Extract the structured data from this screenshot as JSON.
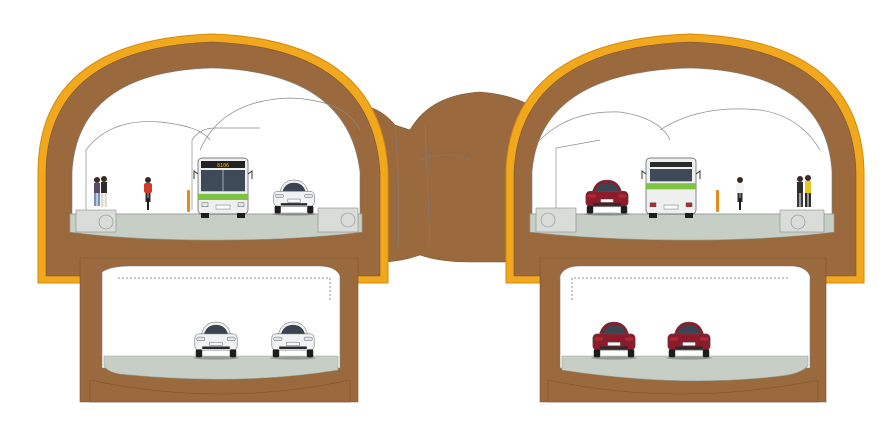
{
  "diagram": {
    "colors": {
      "earth": "#9a6a3e",
      "earth_dark": "#7d5330",
      "lining": "#f2a81d",
      "lining_edge": "#d68a0a",
      "road": "#c7cec6",
      "road_edge": "#9aa39a",
      "interior": "#ffffff",
      "outline": "#7f7f7f",
      "bus_stripe": "#7dc242",
      "car_white": "#f0f2f4",
      "car_red": "#8c1c2c",
      "cyclist_shirt": "#d13a2a",
      "bollard": "#e8891c"
    },
    "bus_sign": "8106",
    "vehicles": {
      "left_upper": [
        "bus",
        "car-white",
        "cyclist",
        "pedestrians"
      ],
      "left_lower": [
        "car-white",
        "car-white"
      ],
      "right_upper": [
        "car-red",
        "bus",
        "cyclist",
        "pedestrians"
      ],
      "right_lower": [
        "car-red",
        "car-red"
      ]
    }
  }
}
